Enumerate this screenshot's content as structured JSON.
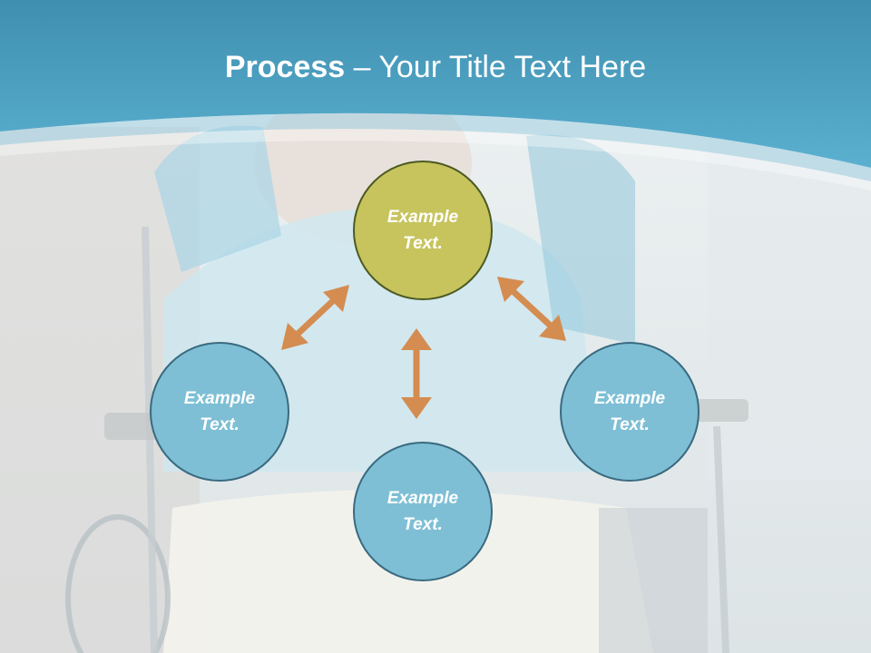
{
  "slide": {
    "title_bold": "Process",
    "title_rest": " – Your Title Text Here"
  },
  "nodes": {
    "top": {
      "line1": "Example",
      "line2": "Text."
    },
    "left": {
      "line1": "Example",
      "line2": "Text."
    },
    "right": {
      "line1": "Example",
      "line2": "Text."
    },
    "bottom": {
      "line1": "Example",
      "line2": "Text."
    }
  },
  "colors": {
    "header": "#4aa3c4",
    "center_node": "#c7c45d",
    "outer_node": "#7ebfd5",
    "arrow": "#d48c50"
  }
}
